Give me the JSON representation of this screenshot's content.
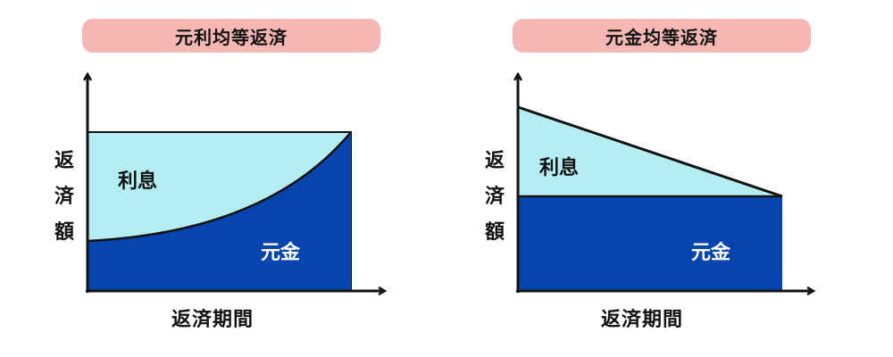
{
  "left": {
    "title": "元利均等返済",
    "y_label": [
      "返",
      "済",
      "額"
    ],
    "x_label": "返済期間",
    "interest_label": "利息",
    "principal_label": "元金"
  },
  "right": {
    "title": "元金均等返済",
    "y_label": [
      "返",
      "済",
      "額"
    ],
    "x_label": "返済期間",
    "interest_label": "利息",
    "principal_label": "元金"
  },
  "colors": {
    "interest": "#b4eef2",
    "principal": "#0645ad",
    "title_bg": "#f4b7b3",
    "axis": "#111111"
  }
}
